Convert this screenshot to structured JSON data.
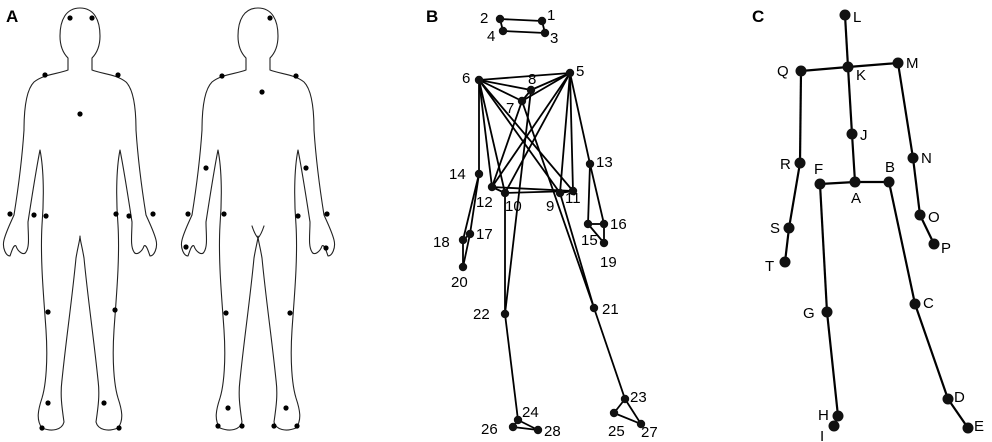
{
  "panels": {
    "a": {
      "letter": "A"
    },
    "b": {
      "letter": "B",
      "points": [
        {
          "id": "1",
          "label": "1"
        },
        {
          "id": "2",
          "label": "2"
        },
        {
          "id": "3",
          "label": "3"
        },
        {
          "id": "4",
          "label": "4"
        },
        {
          "id": "5",
          "label": "5"
        },
        {
          "id": "6",
          "label": "6"
        },
        {
          "id": "7",
          "label": "7"
        },
        {
          "id": "8",
          "label": "8"
        },
        {
          "id": "9",
          "label": "9"
        },
        {
          "id": "10",
          "label": "10"
        },
        {
          "id": "11",
          "label": "11"
        },
        {
          "id": "12",
          "label": "12"
        },
        {
          "id": "13",
          "label": "13"
        },
        {
          "id": "14",
          "label": "14"
        },
        {
          "id": "15",
          "label": "15"
        },
        {
          "id": "16",
          "label": "16"
        },
        {
          "id": "17",
          "label": "17"
        },
        {
          "id": "18",
          "label": "18"
        },
        {
          "id": "19",
          "label": "19"
        },
        {
          "id": "20",
          "label": "20"
        },
        {
          "id": "21",
          "label": "21"
        },
        {
          "id": "22",
          "label": "22"
        },
        {
          "id": "23",
          "label": "23"
        },
        {
          "id": "24",
          "label": "24"
        },
        {
          "id": "25",
          "label": "25"
        },
        {
          "id": "26",
          "label": "26"
        },
        {
          "id": "27",
          "label": "27"
        },
        {
          "id": "28",
          "label": "28"
        }
      ],
      "edges": [
        [
          "1",
          "2"
        ],
        [
          "3",
          "4"
        ],
        [
          "1",
          "3"
        ],
        [
          "2",
          "4"
        ],
        [
          "6",
          "5"
        ],
        [
          "6",
          "8"
        ],
        [
          "8",
          "5"
        ],
        [
          "6",
          "7"
        ],
        [
          "7",
          "5"
        ],
        [
          "7",
          "8"
        ],
        [
          "6",
          "12"
        ],
        [
          "6",
          "10"
        ],
        [
          "6",
          "9"
        ],
        [
          "6",
          "11"
        ],
        [
          "6",
          "14"
        ],
        [
          "5",
          "12"
        ],
        [
          "5",
          "10"
        ],
        [
          "5",
          "9"
        ],
        [
          "5",
          "11"
        ],
        [
          "5",
          "13"
        ],
        [
          "7",
          "12"
        ],
        [
          "7",
          "21"
        ],
        [
          "8",
          "22"
        ],
        [
          "12",
          "10"
        ],
        [
          "10",
          "11"
        ],
        [
          "12",
          "11"
        ],
        [
          "9",
          "11"
        ],
        [
          "14",
          "18"
        ],
        [
          "14",
          "17"
        ],
        [
          "18",
          "20"
        ],
        [
          "17",
          "20"
        ],
        [
          "18",
          "17"
        ],
        [
          "13",
          "15"
        ],
        [
          "13",
          "16"
        ],
        [
          "15",
          "16"
        ],
        [
          "15",
          "19"
        ],
        [
          "16",
          "19"
        ],
        [
          "10",
          "22"
        ],
        [
          "9",
          "21"
        ],
        [
          "22",
          "24"
        ],
        [
          "21",
          "23"
        ],
        [
          "24",
          "26"
        ],
        [
          "24",
          "28"
        ],
        [
          "26",
          "28"
        ],
        [
          "23",
          "25"
        ],
        [
          "23",
          "27"
        ],
        [
          "25",
          "27"
        ]
      ]
    },
    "c": {
      "letter": "C",
      "points": [
        {
          "id": "L",
          "label": "L"
        },
        {
          "id": "K",
          "label": "K"
        },
        {
          "id": "Q",
          "label": "Q"
        },
        {
          "id": "M",
          "label": "M"
        },
        {
          "id": "J",
          "label": "J"
        },
        {
          "id": "A",
          "label": "A"
        },
        {
          "id": "F",
          "label": "F"
        },
        {
          "id": "B",
          "label": "B"
        },
        {
          "id": "R",
          "label": "R"
        },
        {
          "id": "N",
          "label": "N"
        },
        {
          "id": "S",
          "label": "S"
        },
        {
          "id": "T",
          "label": "T"
        },
        {
          "id": "O",
          "label": "O"
        },
        {
          "id": "P",
          "label": "P"
        },
        {
          "id": "G",
          "label": "G"
        },
        {
          "id": "C",
          "label": "C"
        },
        {
          "id": "H",
          "label": "H"
        },
        {
          "id": "I",
          "label": "I"
        },
        {
          "id": "D",
          "label": "D"
        },
        {
          "id": "E",
          "label": "E"
        }
      ],
      "edges": [
        [
          "L",
          "K"
        ],
        [
          "Q",
          "K"
        ],
        [
          "K",
          "M"
        ],
        [
          "K",
          "J"
        ],
        [
          "J",
          "A"
        ],
        [
          "F",
          "A"
        ],
        [
          "A",
          "B"
        ],
        [
          "Q",
          "R"
        ],
        [
          "R",
          "S"
        ],
        [
          "S",
          "T"
        ],
        [
          "M",
          "N"
        ],
        [
          "N",
          "O"
        ],
        [
          "O",
          "P"
        ],
        [
          "F",
          "G"
        ],
        [
          "G",
          "H"
        ],
        [
          "H",
          "I"
        ],
        [
          "B",
          "C"
        ],
        [
          "C",
          "D"
        ],
        [
          "D",
          "E"
        ]
      ]
    }
  }
}
